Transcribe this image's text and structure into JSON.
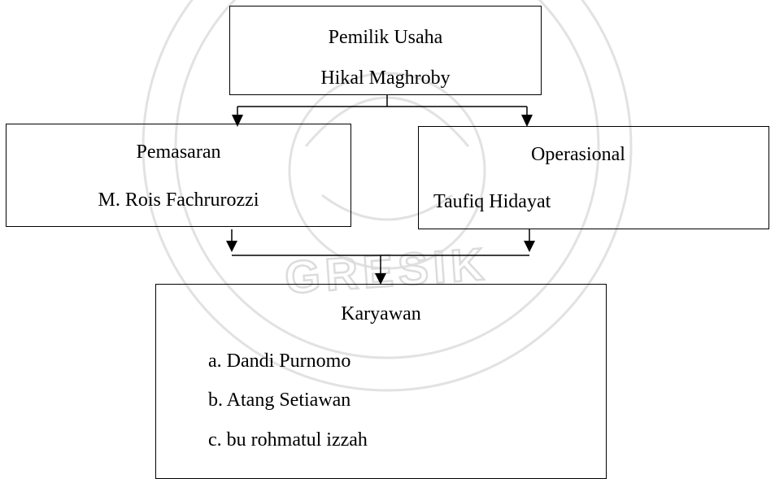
{
  "owner": {
    "role": "Pemilik Usaha",
    "name": "Hikal Maghroby"
  },
  "marketing": {
    "role": "Pemasaran",
    "name": "M. Rois Fachrurozzi"
  },
  "operations": {
    "role": "Operasional",
    "name": "Taufiq Hidayat"
  },
  "employees": {
    "role": "Karyawan",
    "members": [
      "a. Dandi Purnomo",
      "b. Atang Setiawan",
      "c. bu rohmatul izzah"
    ]
  },
  "watermark": {
    "text": "GRESIK",
    "color": "#d9d9d9"
  }
}
